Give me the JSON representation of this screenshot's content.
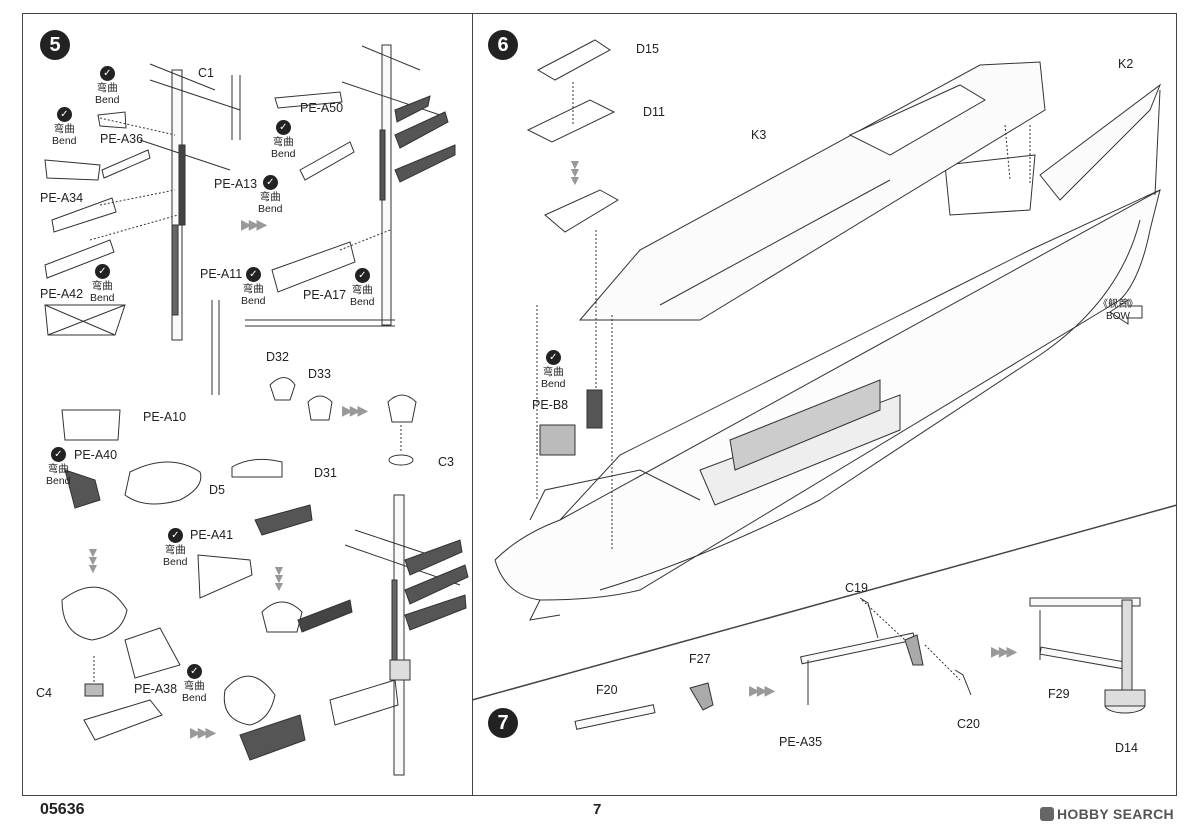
{
  "footer": {
    "product_code": "05636",
    "page_number": "7",
    "watermark": "HOBBY SEARCH"
  },
  "bend_cn": "弯曲",
  "bend_en": "Bend",
  "steps": [
    {
      "number": "5"
    },
    {
      "number": "6"
    },
    {
      "number": "7"
    }
  ],
  "step5_parts": [
    "C1",
    "PE-A36",
    "PE-A34",
    "PE-A42",
    "PE-A13",
    "PE-A50",
    "PE-A11",
    "PE-A17",
    "D32",
    "D33",
    "C3",
    "PE-A10",
    "PE-A40",
    "D5",
    "D31",
    "PE-A41",
    "C4",
    "PE-A38"
  ],
  "step6_parts": [
    "D15",
    "D11",
    "K3",
    "K2",
    "PE-B8"
  ],
  "bow_label_cn": "《舰首》",
  "bow_label_en": "BOW",
  "step7_parts": [
    "C19",
    "F27",
    "F20",
    "PE-A35",
    "C20",
    "F29",
    "D14"
  ],
  "icons": {
    "bend": "bend-icon",
    "next": "next-arrow-icon",
    "down": "down-arrow-icon"
  }
}
